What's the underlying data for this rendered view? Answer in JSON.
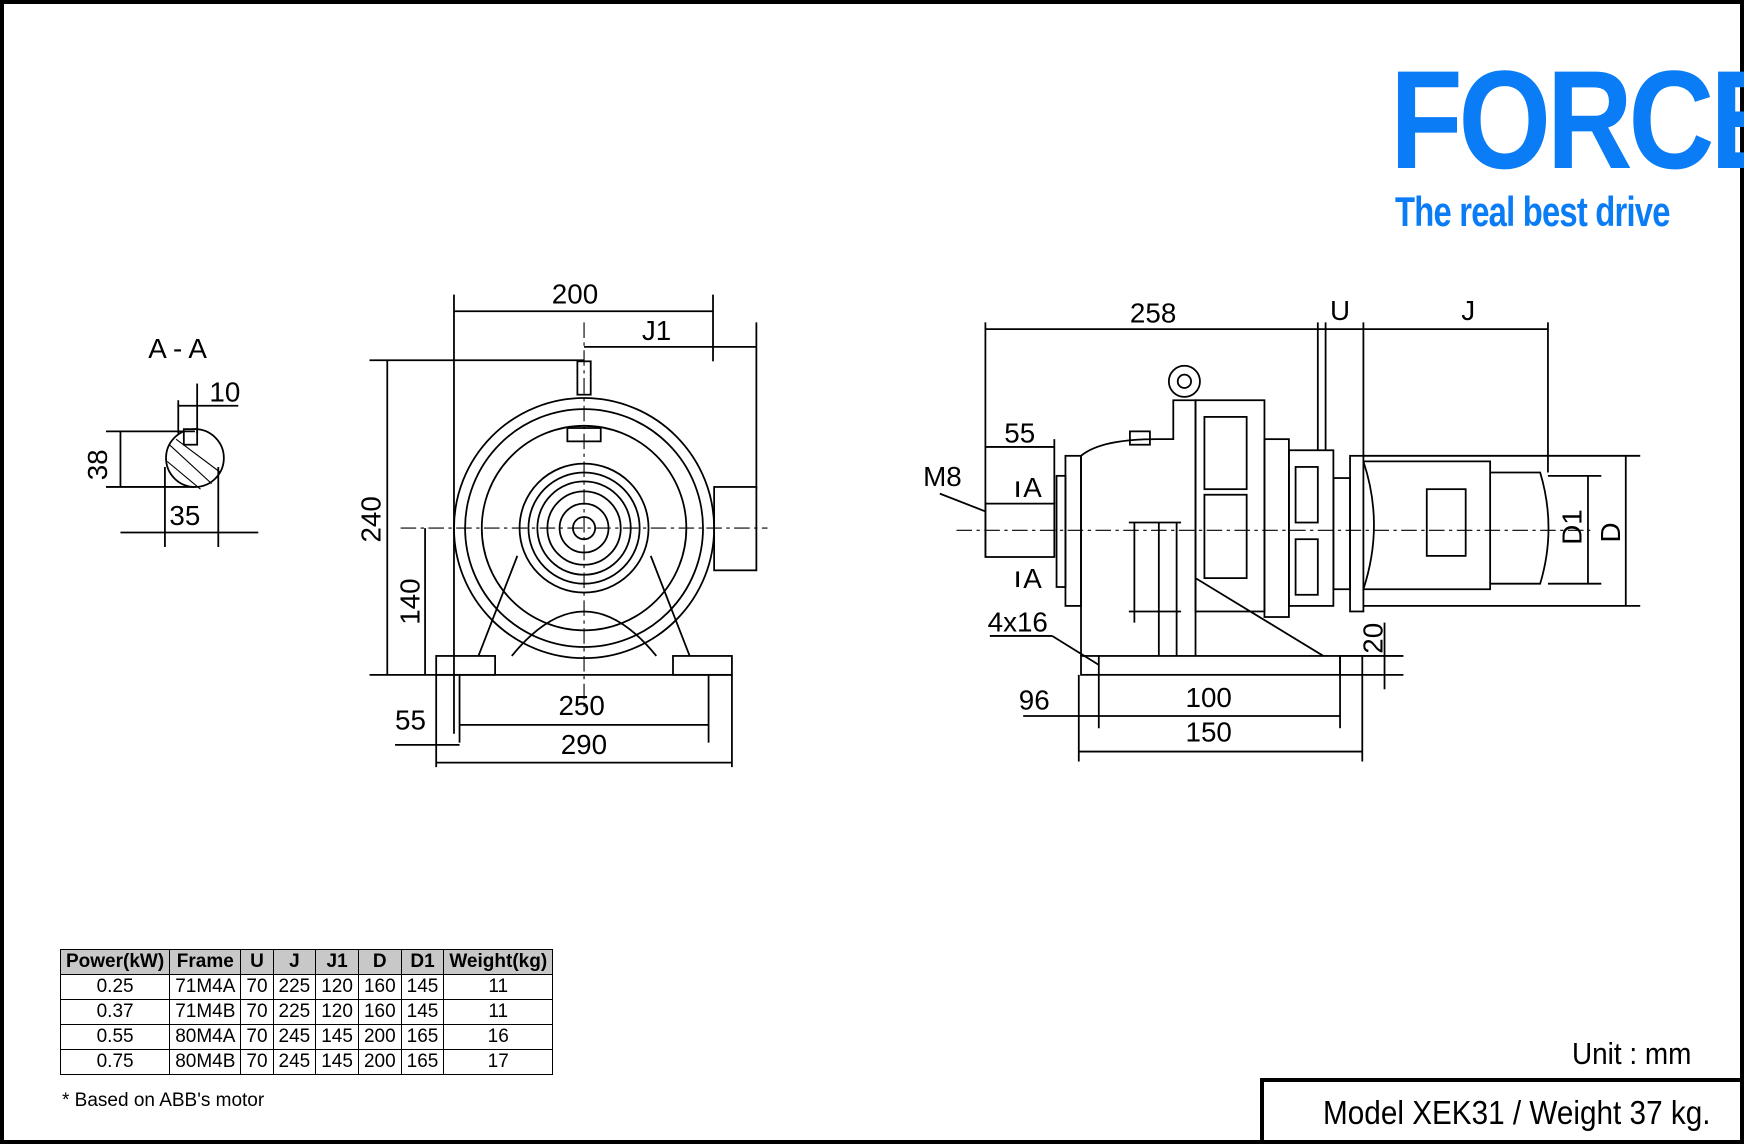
{
  "logo": {
    "brand": "FORCE",
    "tagline": "The real best drive",
    "color": "#0a7cf5"
  },
  "section_view": {
    "title": "A - A",
    "key_width": "10",
    "height": "38",
    "diameter": "35"
  },
  "front_view": {
    "width_top": "200",
    "j1": "J1",
    "height_total": "240",
    "center_height": "140",
    "foot": "55",
    "bolt_span": "250",
    "base_width": "290"
  },
  "side_view": {
    "length": "258",
    "u": "U",
    "j": "J",
    "shaft_length": "55",
    "thread": "M8",
    "section_mark_top": "A",
    "section_mark_bottom": "A",
    "holes": "4x16",
    "offset": "96",
    "bolt_span": "100",
    "base_length": "150",
    "base_height": "20",
    "d1": "D1",
    "d": "D"
  },
  "table": {
    "headers": [
      "Power(kW)",
      "Frame",
      "U",
      "J",
      "J1",
      "D",
      "D1",
      "Weight(kg)"
    ],
    "rows": [
      [
        "0.25",
        "71M4A",
        "70",
        "225",
        "120",
        "160",
        "145",
        "11"
      ],
      [
        "0.37",
        "71M4B",
        "70",
        "225",
        "120",
        "160",
        "145",
        "11"
      ],
      [
        "0.55",
        "80M4A",
        "70",
        "245",
        "145",
        "200",
        "165",
        "16"
      ],
      [
        "0.75",
        "80M4B",
        "70",
        "245",
        "145",
        "200",
        "165",
        "17"
      ]
    ],
    "footnote": "* Based on ABB's motor"
  },
  "unit": "Unit : mm",
  "model": "Model XEK31 / Weight 37 kg."
}
